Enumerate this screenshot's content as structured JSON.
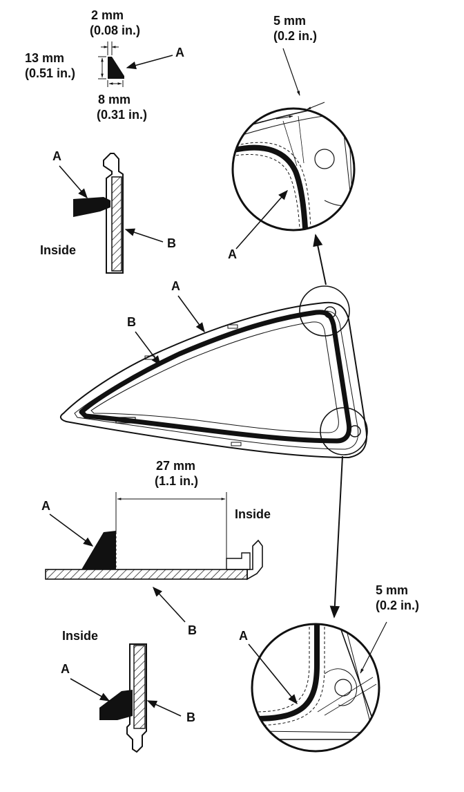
{
  "labels": {
    "a": "A",
    "b": "B",
    "inside": "Inside"
  },
  "dimensions": {
    "width_top": "2 mm",
    "width_top_in": "(0.08 in.)",
    "height": "13 mm",
    "height_in": "(0.51 in.)",
    "base": "8 mm",
    "base_in": "(0.31 in.)",
    "offset_upper": "5 mm",
    "offset_upper_in": "(0.2 in.)",
    "spacing": "27 mm",
    "spacing_in": "(1.1 in.)",
    "offset_lower": "5 mm",
    "offset_lower_in": "(0.2 in.)"
  }
}
